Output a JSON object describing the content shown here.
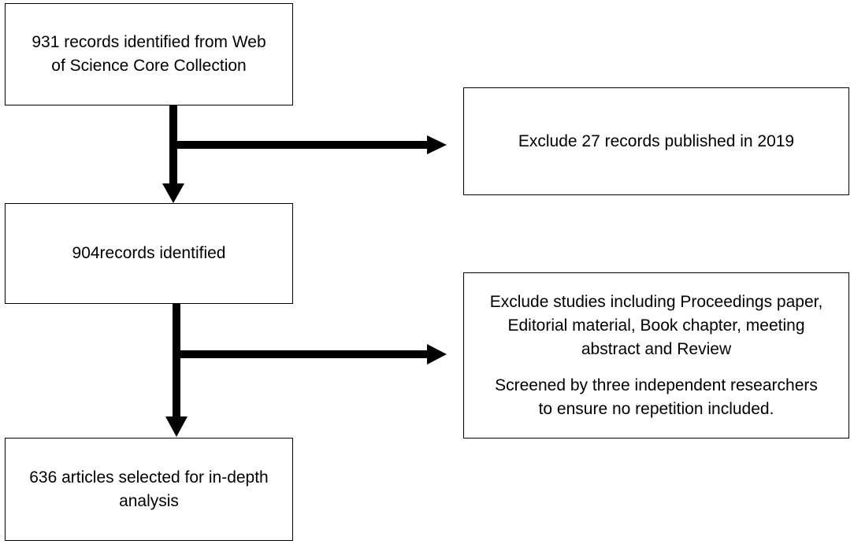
{
  "diagram": {
    "boxes": {
      "records_identified": {
        "lines": [
          "931 records identified from Web",
          "of Science Core Collection"
        ]
      },
      "exclude_2019": {
        "lines": [
          "Exclude 27 records published in 2019"
        ]
      },
      "records_remaining": {
        "lines": [
          "904records identified"
        ]
      },
      "exclude_types": {
        "paragraphs": [
          [
            "Exclude studies including Proceedings paper,",
            "Editorial material, Book chapter, meeting",
            "abstract and Review"
          ],
          [
            "Screened by three independent researchers",
            "to ensure no repetition included."
          ]
        ]
      },
      "articles_selected": {
        "lines": [
          "636 articles selected for in-depth",
          "analysis"
        ]
      }
    },
    "colors": {
      "stroke": "#000000",
      "background": "#ffffff"
    }
  }
}
